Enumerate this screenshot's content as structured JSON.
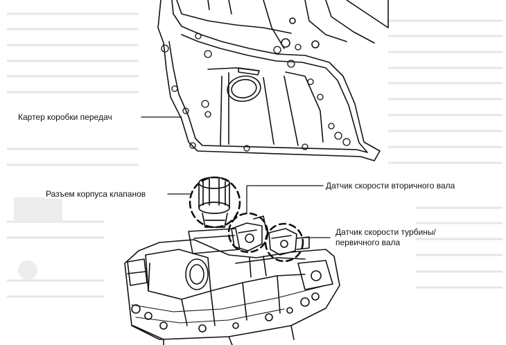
{
  "labels": {
    "gearbox_case": "Картер коробки передач",
    "valve_body_connector": "Разъем корпуса клапанов",
    "secondary_shaft_speed_sensor": "Датчик скорости вторичного вала",
    "turbine_speed_sensor_line1": "Датчик скорости турбины/",
    "turbine_speed_sensor_line2": "первичного вала"
  },
  "colors": {
    "ink": "#111111",
    "ghost": "#e4e4e4",
    "background": "#ffffff"
  }
}
